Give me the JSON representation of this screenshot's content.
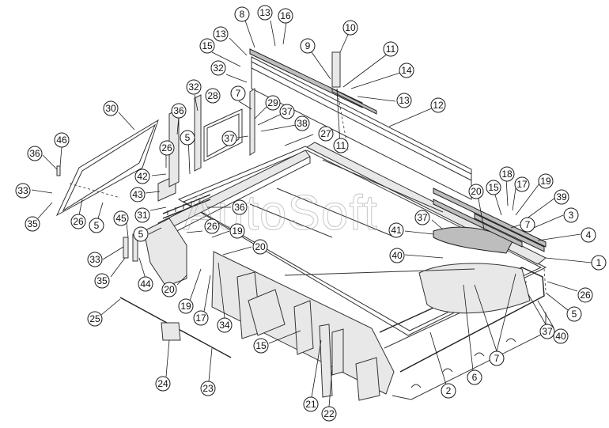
{
  "watermark": "AutoSoft",
  "callouts": [
    {
      "id": "c-8a",
      "label": "8"
    },
    {
      "id": "c-13a",
      "label": "13"
    },
    {
      "id": "c-16",
      "label": "16"
    },
    {
      "id": "c-13b",
      "label": "13"
    },
    {
      "id": "c-15a",
      "label": "15"
    },
    {
      "id": "c-9",
      "label": "9"
    },
    {
      "id": "c-10",
      "label": "10"
    },
    {
      "id": "c-11a",
      "label": "11"
    },
    {
      "id": "c-14",
      "label": "14"
    },
    {
      "id": "c-13c",
      "label": "13"
    },
    {
      "id": "c-12",
      "label": "12"
    },
    {
      "id": "c-32a",
      "label": "32"
    },
    {
      "id": "c-32b",
      "label": "32"
    },
    {
      "id": "c-28",
      "label": "28"
    },
    {
      "id": "c-7a",
      "label": "7"
    },
    {
      "id": "c-29",
      "label": "29"
    },
    {
      "id": "c-37a",
      "label": "37"
    },
    {
      "id": "c-38",
      "label": "38"
    },
    {
      "id": "c-37b",
      "label": "37"
    },
    {
      "id": "c-27",
      "label": "27"
    },
    {
      "id": "c-11b",
      "label": "11"
    },
    {
      "id": "c-30",
      "label": "30"
    },
    {
      "id": "c-36a",
      "label": "36"
    },
    {
      "id": "c-5a",
      "label": "5"
    },
    {
      "id": "c-26a",
      "label": "26"
    },
    {
      "id": "c-46",
      "label": "46"
    },
    {
      "id": "c-36b",
      "label": "36"
    },
    {
      "id": "c-42",
      "label": "42"
    },
    {
      "id": "c-43",
      "label": "43"
    },
    {
      "id": "c-33a",
      "label": "33"
    },
    {
      "id": "c-35a",
      "label": "35"
    },
    {
      "id": "c-26b",
      "label": "26"
    },
    {
      "id": "c-5b",
      "label": "5"
    },
    {
      "id": "c-31",
      "label": "31"
    },
    {
      "id": "c-36c",
      "label": "36"
    },
    {
      "id": "c-45",
      "label": "45"
    },
    {
      "id": "c-5c",
      "label": "5"
    },
    {
      "id": "c-26c",
      "label": "26"
    },
    {
      "id": "c-19a",
      "label": "19"
    },
    {
      "id": "c-20a",
      "label": "20"
    },
    {
      "id": "c-33b",
      "label": "33"
    },
    {
      "id": "c-35b",
      "label": "35"
    },
    {
      "id": "c-44",
      "label": "44"
    },
    {
      "id": "c-20b",
      "label": "20"
    },
    {
      "id": "c-19b",
      "label": "19"
    },
    {
      "id": "c-17a",
      "label": "17"
    },
    {
      "id": "c-34",
      "label": "34"
    },
    {
      "id": "c-25",
      "label": "25"
    },
    {
      "id": "c-15b",
      "label": "15"
    },
    {
      "id": "c-24",
      "label": "24"
    },
    {
      "id": "c-23",
      "label": "23"
    },
    {
      "id": "c-21",
      "label": "21"
    },
    {
      "id": "c-22",
      "label": "22"
    },
    {
      "id": "c-2",
      "label": "2"
    },
    {
      "id": "c-6",
      "label": "6"
    },
    {
      "id": "c-7b",
      "label": "7"
    },
    {
      "id": "c-37c",
      "label": "37"
    },
    {
      "id": "c-40a",
      "label": "40"
    },
    {
      "id": "c-5d",
      "label": "5"
    },
    {
      "id": "c-26d",
      "label": "26"
    },
    {
      "id": "c-1",
      "label": "1"
    },
    {
      "id": "c-4",
      "label": "4"
    },
    {
      "id": "c-3",
      "label": "3"
    },
    {
      "id": "c-7c",
      "label": "7"
    },
    {
      "id": "c-39",
      "label": "39"
    },
    {
      "id": "c-19c",
      "label": "19"
    },
    {
      "id": "c-17b",
      "label": "17"
    },
    {
      "id": "c-18",
      "label": "18"
    },
    {
      "id": "c-15c",
      "label": "15"
    },
    {
      "id": "c-20c",
      "label": "20"
    },
    {
      "id": "c-37d",
      "label": "37"
    },
    {
      "id": "c-41",
      "label": "41"
    },
    {
      "id": "c-40b",
      "label": "40"
    }
  ]
}
